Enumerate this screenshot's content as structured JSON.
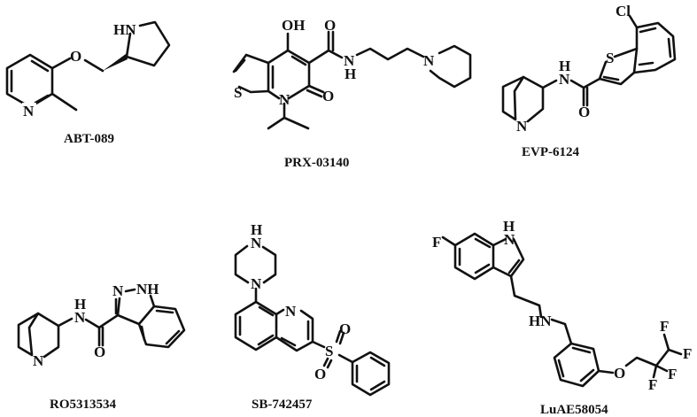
{
  "figure": {
    "description": "Chemical structures of six compounds",
    "compounds": [
      {
        "id": "abt089",
        "name": "ABT-089",
        "atoms": {
          "n_pyridine": "N",
          "oxygen": "O",
          "amine": "HN"
        }
      },
      {
        "id": "prx03140",
        "name": "PRX-03140",
        "atoms": {
          "hydroxyl": "OH",
          "carbonyl_top": "O",
          "amide_n": "N",
          "amide_h": "H",
          "piperidine_n": "N",
          "sulfur": "S",
          "ring_n": "N",
          "carbonyl_ring": "O"
        }
      },
      {
        "id": "evp6124",
        "name": "EVP-6124",
        "atoms": {
          "chloro": "Cl",
          "sulfur": "S",
          "amide_h": "H",
          "amide_n": "N",
          "carbonyl": "O",
          "quinuclidine_n": "N"
        }
      },
      {
        "id": "ro5313534",
        "name": "RO5313534",
        "atoms": {
          "indazole_n": "N",
          "indazole_nh": "NH",
          "amide_h": "H",
          "amide_n": "N",
          "carbonyl": "O",
          "quinuclidine_n": "N"
        }
      },
      {
        "id": "sb742457",
        "name": "SB-742457",
        "atoms": {
          "piperazine_h": "H",
          "piperazine_nh": "N",
          "piperazine_n": "N",
          "quinoline_n": "N",
          "sulfonyl_o1": "O",
          "sulfur": "S",
          "sulfonyl_o2": "O"
        }
      },
      {
        "id": "luae58054",
        "name": "LuAE58054",
        "atoms": {
          "fluoro": "F",
          "indole_h": "H",
          "indole_n": "N",
          "amine": "HN",
          "ether_o": "O",
          "f1": "F",
          "f2": "F",
          "f3": "F",
          "f4": "F"
        }
      }
    ]
  }
}
